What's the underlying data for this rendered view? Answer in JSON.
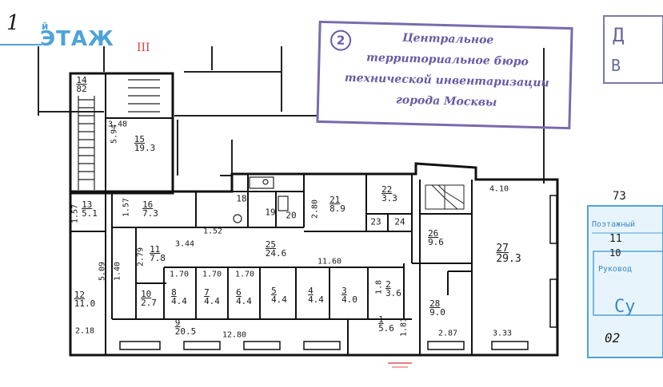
{
  "header": {
    "floor_number": "1",
    "floor_sup": "й",
    "floor_title": "ЭТАЖ",
    "roman_mark": "III"
  },
  "stamp": {
    "number": "2",
    "lines": [
      "Центральное",
      "территориальное бюро",
      "технической инвентаризации",
      "города Москвы"
    ]
  },
  "right_edge": {
    "top_letter_1": "Д",
    "top_letter_2": "В",
    "number_73": "73",
    "blue_stamp_top": "Поэтажный",
    "line_11": "11",
    "line_10": "10",
    "rukov": "Руковод",
    "line_cy": "Су",
    "line_02": "02"
  },
  "rooms": [
    {
      "num": "14",
      "area": "82"
    },
    {
      "num": "15",
      "area": "19.3"
    },
    {
      "num": "13",
      "area": "5.1"
    },
    {
      "num": "16",
      "area": "7.3"
    },
    {
      "num": "18",
      "area": ""
    },
    {
      "num": "19",
      "area": ""
    },
    {
      "num": "20",
      "area": ""
    },
    {
      "num": "21",
      "area": "8.9"
    },
    {
      "num": "22",
      "area": "3.3"
    },
    {
      "num": "23",
      "area": ""
    },
    {
      "num": "24",
      "area": ""
    },
    {
      "num": "25",
      "area": "24.6"
    },
    {
      "num": "11",
      "area": "7.8"
    },
    {
      "num": "12",
      "area": "11.0"
    },
    {
      "num": "10",
      "area": "2.7"
    },
    {
      "num": "8",
      "area": "4.4"
    },
    {
      "num": "7",
      "area": "4.4"
    },
    {
      "num": "6",
      "area": "4.4"
    },
    {
      "num": "5",
      "area": "4.4"
    },
    {
      "num": "4",
      "area": "4.4"
    },
    {
      "num": "3",
      "area": "4.0"
    },
    {
      "num": "2",
      "area": "3.6"
    },
    {
      "num": "1",
      "area": "5.6"
    },
    {
      "num": "9",
      "area": "20.5"
    },
    {
      "num": "26",
      "area": "9.6"
    },
    {
      "num": "27",
      "area": "29.3"
    },
    {
      "num": "28",
      "area": "9.0"
    }
  ],
  "dimensions": {
    "d_348": "3.48",
    "d_594": "5.94",
    "d_157a": "1.57",
    "d_157b": "1.57",
    "d_152": "1.52",
    "d_344": "3.44",
    "d_279": "2.79",
    "d_280": "2.80",
    "d_1160": "11.60",
    "d_509": "5.09",
    "d_140": "1.40",
    "d_170a": "1.70",
    "d_170b": "1.70",
    "d_170c": "1.70",
    "d_218": "2.18",
    "d_1280": "12.80",
    "d_181": "1.81",
    "d_18": "1.8",
    "d_287": "2.87",
    "d_333": "3.33",
    "d_410": "4.10"
  }
}
